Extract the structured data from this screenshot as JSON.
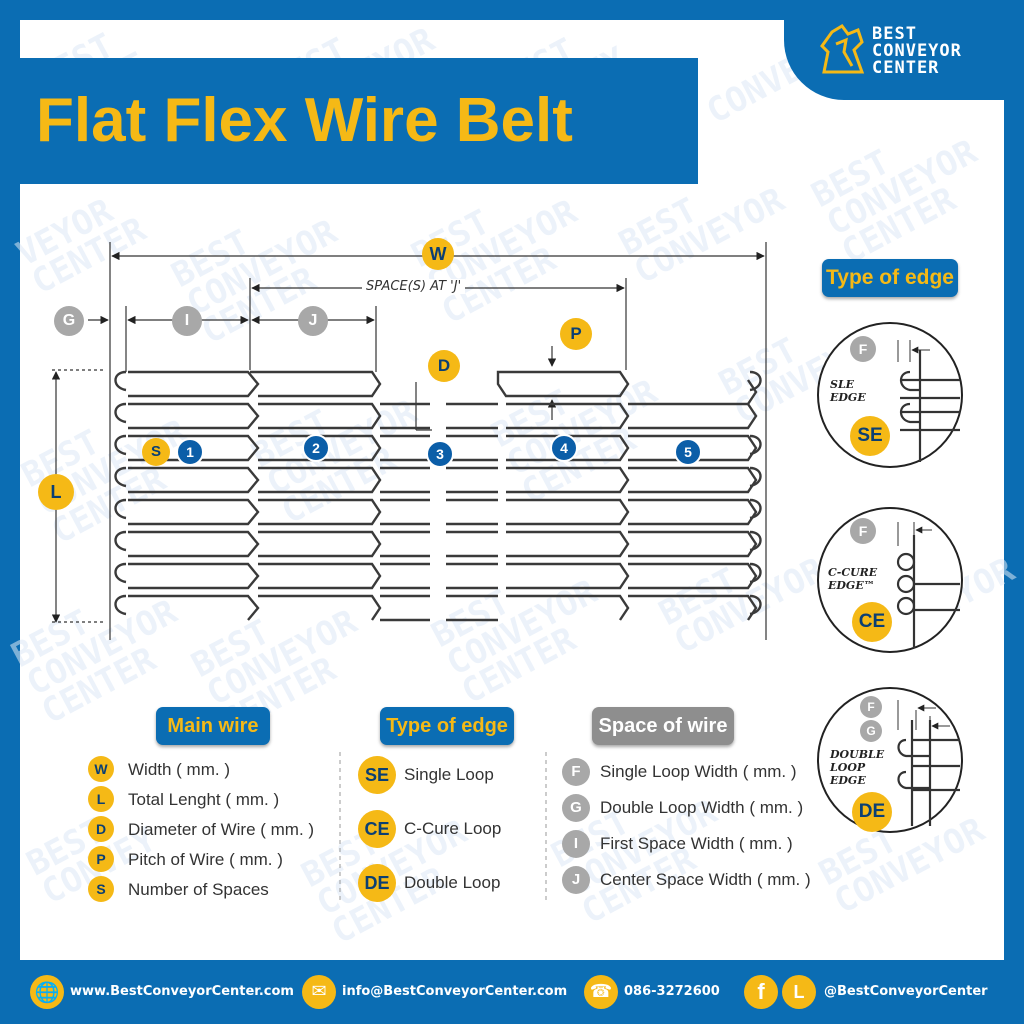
{
  "brand": {
    "name_line1": "BEST",
    "name_line2": "CONVEYOR",
    "name_line3": "CENTER"
  },
  "title": "Flat Flex Wire Belt",
  "diagram": {
    "dim_W": "W",
    "dim_G": "G",
    "dim_I": "I",
    "dim_J": "J",
    "dim_D": "D",
    "dim_P": "P",
    "dim_L": "L",
    "dim_S": "S",
    "space_label": "SPACE(S)  AT  'J'",
    "space_numbers": [
      "1",
      "2",
      "3",
      "4",
      "5"
    ]
  },
  "edge_panel": {
    "heading": "Type of edge",
    "edges": [
      {
        "label": "SLE\nEDGE",
        "code": "SE",
        "dim": "F"
      },
      {
        "label": "C-CURE\nEDGE™",
        "code": "CE",
        "dim": "F"
      },
      {
        "label": "DOUBLE\nLOOP\nEDGE",
        "code": "DE",
        "dims": [
          "F",
          "G"
        ]
      }
    ]
  },
  "legend": {
    "main_wire": {
      "heading": "Main wire",
      "items": [
        {
          "key": "W",
          "text": "Width ( mm. )"
        },
        {
          "key": "L",
          "text": "Total Lenght ( mm. )"
        },
        {
          "key": "D",
          "text": "Diameter of Wire ( mm. )"
        },
        {
          "key": "P",
          "text": "Pitch of Wire ( mm. )"
        },
        {
          "key": "S",
          "text": "Number of Spaces"
        }
      ]
    },
    "type_of_edge": {
      "heading": "Type of edge",
      "items": [
        {
          "key": "SE",
          "text": "Single Loop"
        },
        {
          "key": "CE",
          "text": "C-Cure Loop"
        },
        {
          "key": "DE",
          "text": "Double Loop"
        }
      ]
    },
    "space_of_wire": {
      "heading": "Space of wire",
      "items": [
        {
          "key": "F",
          "text": "Single Loop Width ( mm. )"
        },
        {
          "key": "G",
          "text": "Double Loop Width ( mm. )"
        },
        {
          "key": "I",
          "text": "First Space Width ( mm. )"
        },
        {
          "key": "J",
          "text": "Center Space Width  ( mm. )"
        }
      ]
    }
  },
  "footer": {
    "website": "www.BestConveyorCenter.com",
    "email": "info@BestConveyorCenter.com",
    "phone": "086-3272600",
    "social": "@BestConveyorCenter",
    "icon_web": "globe-icon",
    "icon_email": "envelope-icon",
    "icon_phone": "phone-icon",
    "icon_facebook": "facebook-icon",
    "icon_line": "line-icon"
  },
  "colors": {
    "brand_blue": "#0b6db3",
    "accent_yellow": "#f5b916",
    "grey": "#8e8e8e"
  }
}
